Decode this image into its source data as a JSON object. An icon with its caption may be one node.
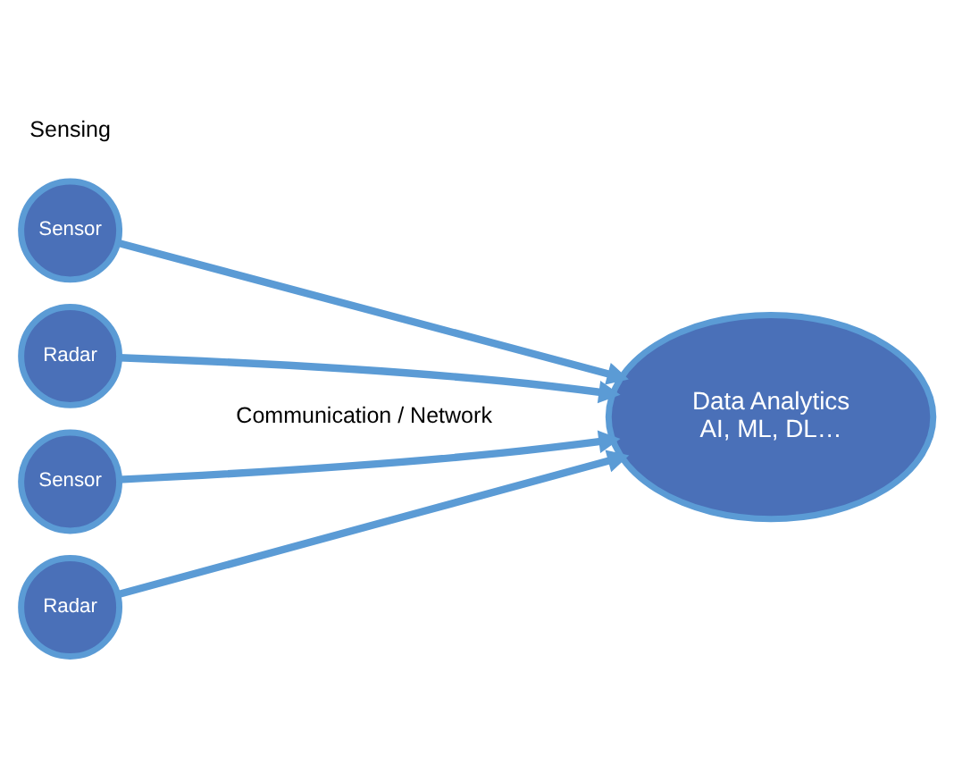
{
  "diagram": {
    "nodes": [
      {
        "text": [
          "Sensor"
        ]
      },
      {
        "text": [
          "Radar"
        ]
      },
      {
        "text": [
          "Sensor"
        ]
      },
      {
        "text": [
          "Radar"
        ]
      },
      {
        "text": [
          "Data Analytics",
          "AI, ML, DL…"
        ]
      }
    ],
    "edges": [
      {
        "from": 0,
        "to": 4,
        "arrow": "to"
      },
      {
        "from": 1,
        "to": 4,
        "arrow": "to"
      },
      {
        "from": 2,
        "to": 4,
        "arrow": "to"
      },
      {
        "from": 3,
        "to": 4,
        "arrow": "to"
      }
    ],
    "labels": [
      "Sensing",
      "Communication / Network"
    ]
  }
}
